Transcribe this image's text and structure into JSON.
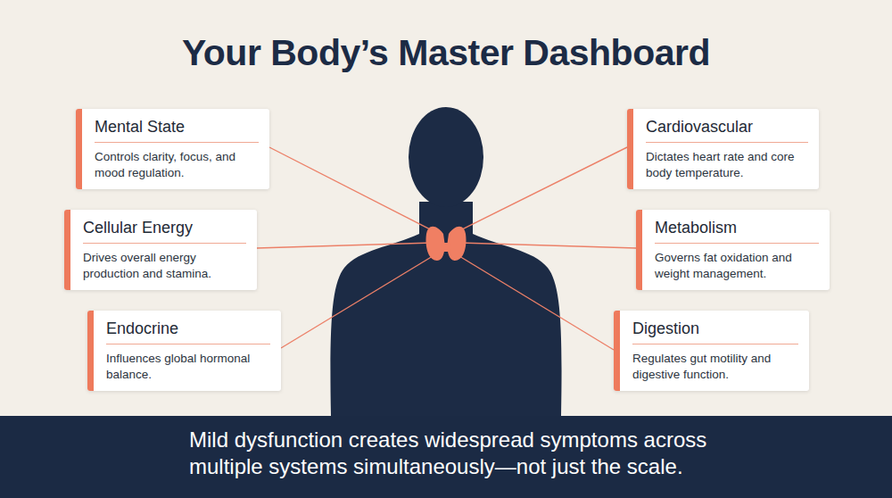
{
  "diagram": {
    "title": "Your Body’s Master Dashboard",
    "caption": "Mild dysfunction creates widespread symptoms across multiple systems simultaneously—not just the scale.",
    "nodes": [
      {
        "text": [
          "Mental State",
          "Controls clarity, focus, and mood regulation."
        ]
      },
      {
        "text": [
          "Cardiovascular",
          "Dictates heart rate and core body temperature."
        ]
      },
      {
        "text": [
          "Cellular Energy",
          "Drives overall energy production and stamina."
        ]
      },
      {
        "text": [
          "Metabolism",
          "Governs fat oxidation and weight management."
        ]
      },
      {
        "text": [
          "Endocrine",
          "Influences global hormonal balance."
        ]
      },
      {
        "text": [
          "Digestion",
          "Regulates gut motility and digestive function."
        ]
      }
    ]
  }
}
